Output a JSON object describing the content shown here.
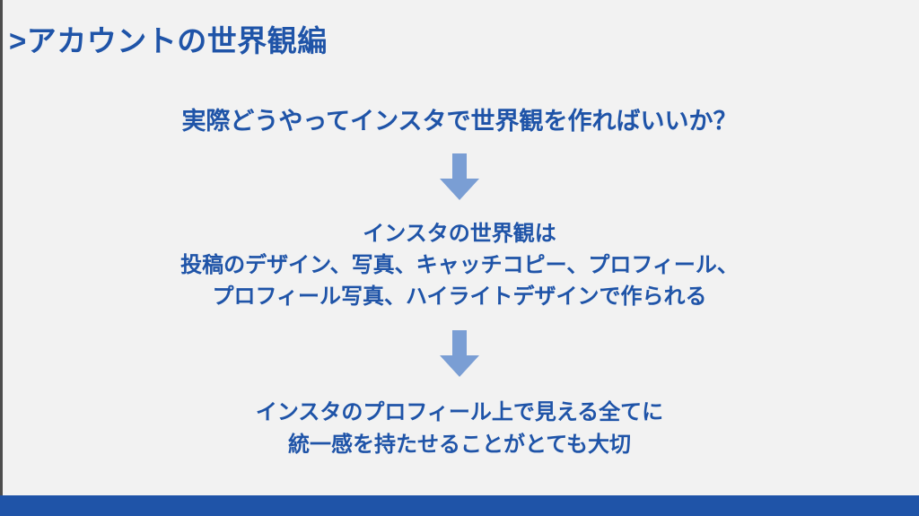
{
  "slide": {
    "title": ">アカウントの世界観編",
    "background_color": "#f2f2f2",
    "text_color": "#1f54a8",
    "arrow_color": "#7a9ed4",
    "footer_color": "#1f54a8",
    "left_border_color": "#4d4d4d"
  },
  "flow": {
    "question": {
      "lines": [
        "実際どうやってインスタで世界観を作ればいいか？"
      ]
    },
    "arrow_one": {
      "icon": "arrow-down-icon"
    },
    "definition": {
      "lines": [
        "インスタの世界観は",
        "投稿のデザイン、写真、キャッチコピー、プロフィール、",
        "プロフィール写真、ハイライトデザインで作られる"
      ]
    },
    "arrow_two": {
      "icon": "arrow-down-icon"
    },
    "conclusion": {
      "lines": [
        "インスタのプロフィール上で見える全てに",
        "統一感を持たせることがとても大切"
      ]
    }
  }
}
